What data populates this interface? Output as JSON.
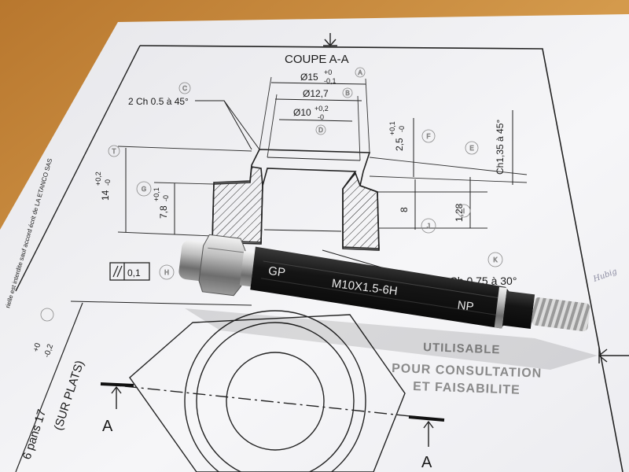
{
  "drawing": {
    "title": "COUPE A-A",
    "dim_d15": "Ø15",
    "dim_d15_tol_up": "+0",
    "dim_d15_tol_low": "-0,1",
    "dim_d12": "Ø12,7",
    "dim_d10": "Ø10",
    "dim_d10_tol_up": "+0,2",
    "dim_d10_tol_low": "-0",
    "chamfer_top": "2 Ch 0.5 à 45°",
    "dim_25": "2,5",
    "dim_25_tol_up": "+0,1",
    "dim_25_tol_low": "-0",
    "chamfer_right": "Ch1,35 à 45°",
    "dim_14": "14",
    "dim_14_tol_up": "+0,2",
    "dim_14_tol_low": "-0",
    "dim_78": "7,8",
    "dim_78_tol_up": "+0,1",
    "dim_78_tol_low": "-0",
    "dim_8": "8",
    "dim_128": "1,28",
    "parallel_tol": "0,1",
    "chamfer_bottom": "2 Ch 0.75 à 30°",
    "hex_label": "6 pans 17",
    "hex_tol_up": "+0",
    "hex_tol_low": "-0,2",
    "hex_sub": "(SUR PLATS)",
    "section_a_left": "A",
    "section_a_bottom": "A",
    "margin_text": "rielle est interdite sauf accord écrit de LA ETANCO SAS",
    "stamp_line1": "UTILISABLE",
    "stamp_line2": "POUR CONSULTATION",
    "stamp_line3": "ET FAISABILITE",
    "handwriting": "Hubig",
    "balloons": [
      "C",
      "A",
      "B",
      "D",
      "T",
      "G",
      "F",
      "E",
      "I",
      "J",
      "H",
      "K"
    ]
  },
  "gauge": {
    "label_go": "GP",
    "label_size": "M10X1.5-6H",
    "label_nogo": "NP"
  },
  "colors": {
    "table": "#c98a3c",
    "paper": "#f4f4f6",
    "ink": "#1a1a1a",
    "gauge_body": "#1c1c1c",
    "stamp": "#8a8a8a"
  }
}
